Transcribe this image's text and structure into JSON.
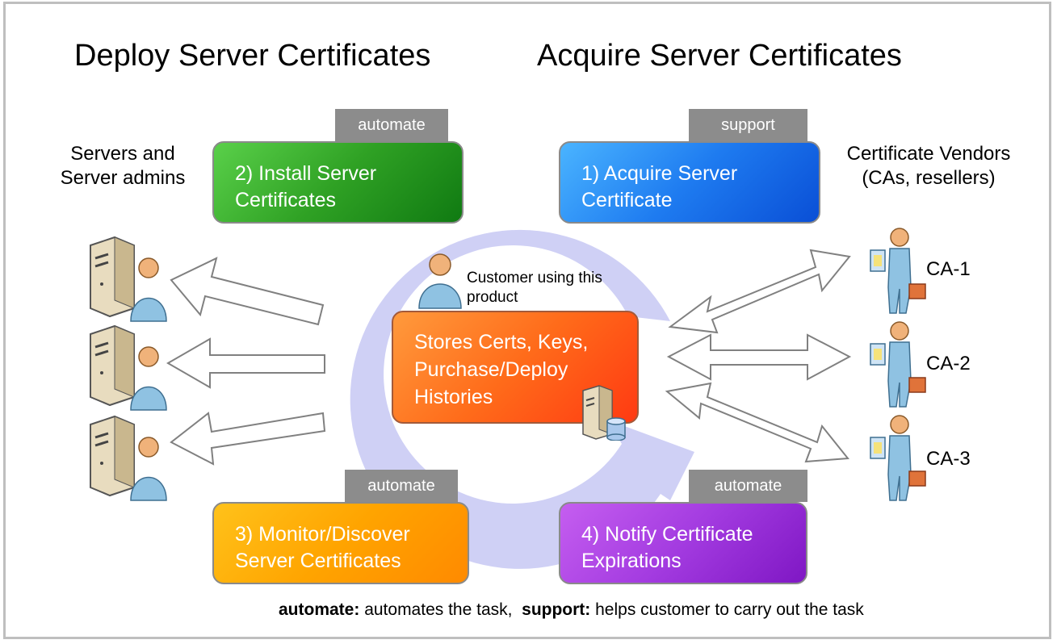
{
  "titles": {
    "deploy": "Deploy Server Certificates",
    "acquire": "Acquire Server Certificates"
  },
  "left_label": [
    "Servers and",
    "Server admins"
  ],
  "right_label": [
    "Certificate Vendors",
    "(CAs, resellers)"
  ],
  "tags": {
    "install": "automate",
    "acquire": "support",
    "monitor": "automate",
    "notify": "automate"
  },
  "boxes": {
    "install": [
      "2) Install Server",
      "Certificates"
    ],
    "acquire": [
      "1) Acquire Server",
      "Certificate"
    ],
    "monitor": [
      "3) Monitor/Discover",
      "Server Certificates"
    ],
    "notify": [
      "4) Notify Certificate",
      "Expirations"
    ],
    "center": [
      "Stores Certs, Keys,",
      "Purchase/Deploy",
      "Histories"
    ]
  },
  "customer_label": [
    "Customer using this",
    "product"
  ],
  "cas": [
    "CA-1",
    "CA-2",
    "CA-3"
  ],
  "footer": {
    "automate_key": "automate:",
    "automate_text": " automates the task,  ",
    "support_key": "support:",
    "support_text": " helps customer to carry out the task"
  },
  "colors": {
    "green": "#2fa124",
    "blue": "#1e7bf0",
    "yellow": "#ffa400",
    "purple": "#a33be0",
    "orange": "#ff6b1a",
    "tag_gray": "#8c8c8c",
    "cycle_lavender": "#cfd0f5"
  },
  "icons": [
    "server-admin-icon",
    "customer-person-icon",
    "database-server-icon",
    "ca-vendor-person-icon",
    "hollow-arrow-icon",
    "cycle-arrow-icon"
  ]
}
